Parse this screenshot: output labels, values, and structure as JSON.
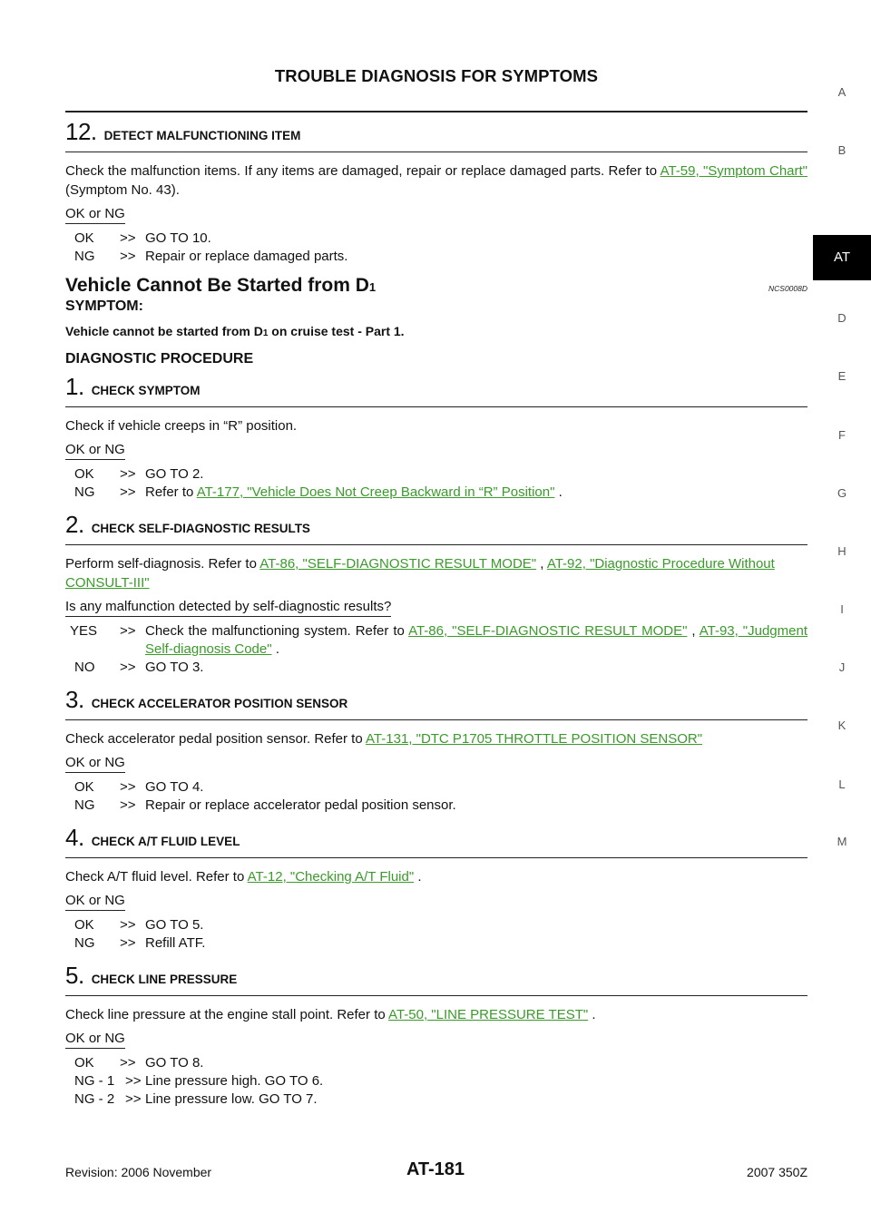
{
  "header": {
    "title": "TROUBLE DIAGNOSIS FOR SYMPTOMS"
  },
  "side_tabs": [
    "A",
    "B",
    "AT",
    "D",
    "E",
    "F",
    "G",
    "H",
    "I",
    "J",
    "K",
    "L",
    "M"
  ],
  "step12": {
    "num": "12.",
    "title": "DETECT MALFUNCTIONING ITEM",
    "text_pre": "Check the malfunction items. If any items are damaged, repair or replace damaged parts. Refer to ",
    "link": "AT-59, \"Symptom Chart\"",
    "text_post": " (Symptom No. 43).",
    "okng": "OK or NG",
    "ok_code": "OK",
    "ok_text": "GO TO 10.",
    "ng_code": "NG",
    "ng_text": "Repair or replace damaged parts."
  },
  "section": {
    "title_main": "Vehicle Cannot Be Started from D",
    "title_sub": "1",
    "code": "NCS0008D",
    "symptom_label": "SYMPTOM:",
    "symptom_pre": "Vehicle cannot be started from D",
    "symptom_sub": "1",
    "symptom_post": " on cruise test - Part 1.",
    "proc_label": "DIAGNOSTIC PROCEDURE"
  },
  "steps": {
    "s1": {
      "num": "1.",
      "title": "CHECK SYMPTOM",
      "text": "Check if vehicle creeps in “R” position.",
      "okng": "OK or NG",
      "ok_code": "OK",
      "ok_text": "GO TO 2.",
      "ng_code": "NG",
      "ng_pre": "Refer to ",
      "ng_link": "AT-177, \"Vehicle Does Not Creep Backward in “R” Position\"",
      "ng_post": " ."
    },
    "s2": {
      "num": "2.",
      "title": "CHECK SELF-DIAGNOSTIC RESULTS",
      "text_pre": "Perform self-diagnosis. Refer to ",
      "link1": "AT-86, \"SELF-DIAGNOSTIC RESULT MODE\"",
      "sep": " , ",
      "link2": "AT-92, \"Diagnostic Procedure Without CONSULT-III\"",
      "question": "Is any malfunction detected by self-diagnostic results?",
      "yes_code": "YES",
      "yes_pre": "Check the malfunctioning system. Refer to ",
      "yes_link1": "AT-86, \"SELF-DIAGNOSTIC RESULT MODE\"",
      "yes_sep": " , ",
      "yes_link2": "AT-93, \"Judgment Self-diagnosis Code\"",
      "yes_post": " .",
      "no_code": "NO",
      "no_text": "GO TO 3."
    },
    "s3": {
      "num": "3.",
      "title": "CHECK ACCELERATOR POSITION SENSOR",
      "text_pre": "Check accelerator pedal position sensor. Refer to ",
      "link": "AT-131, \"DTC P1705 THROTTLE POSITION SENSOR\"",
      "okng": "OK or NG",
      "ok_code": "OK",
      "ok_text": "GO TO 4.",
      "ng_code": "NG",
      "ng_text": "Repair or replace accelerator pedal position sensor."
    },
    "s4": {
      "num": "4.",
      "title": "CHECK A/T FLUID LEVEL",
      "text_pre": "Check A/T fluid level. Refer to ",
      "link": "AT-12, \"Checking A/T Fluid\"",
      "text_post": " .",
      "okng": "OK or NG",
      "ok_code": "OK",
      "ok_text": "GO TO 5.",
      "ng_code": "NG",
      "ng_text": "Refill ATF."
    },
    "s5": {
      "num": "5.",
      "title": "CHECK LINE PRESSURE",
      "text_pre": "Check line pressure at the engine stall point. Refer to ",
      "link": "AT-50, \"LINE PRESSURE TEST\"",
      "text_post": " .",
      "okng": "OK or NG",
      "ok_code": "OK",
      "ok_text": "GO TO 8.",
      "ng1_code": "NG - 1",
      "ng1_text": "Line pressure high. GO TO 6.",
      "ng2_code": "NG - 2",
      "ng2_text": "Line pressure low. GO TO 7."
    }
  },
  "arrow": ">>",
  "footer": {
    "left": "Revision: 2006 November",
    "center": "AT-181",
    "right": "2007 350Z"
  }
}
